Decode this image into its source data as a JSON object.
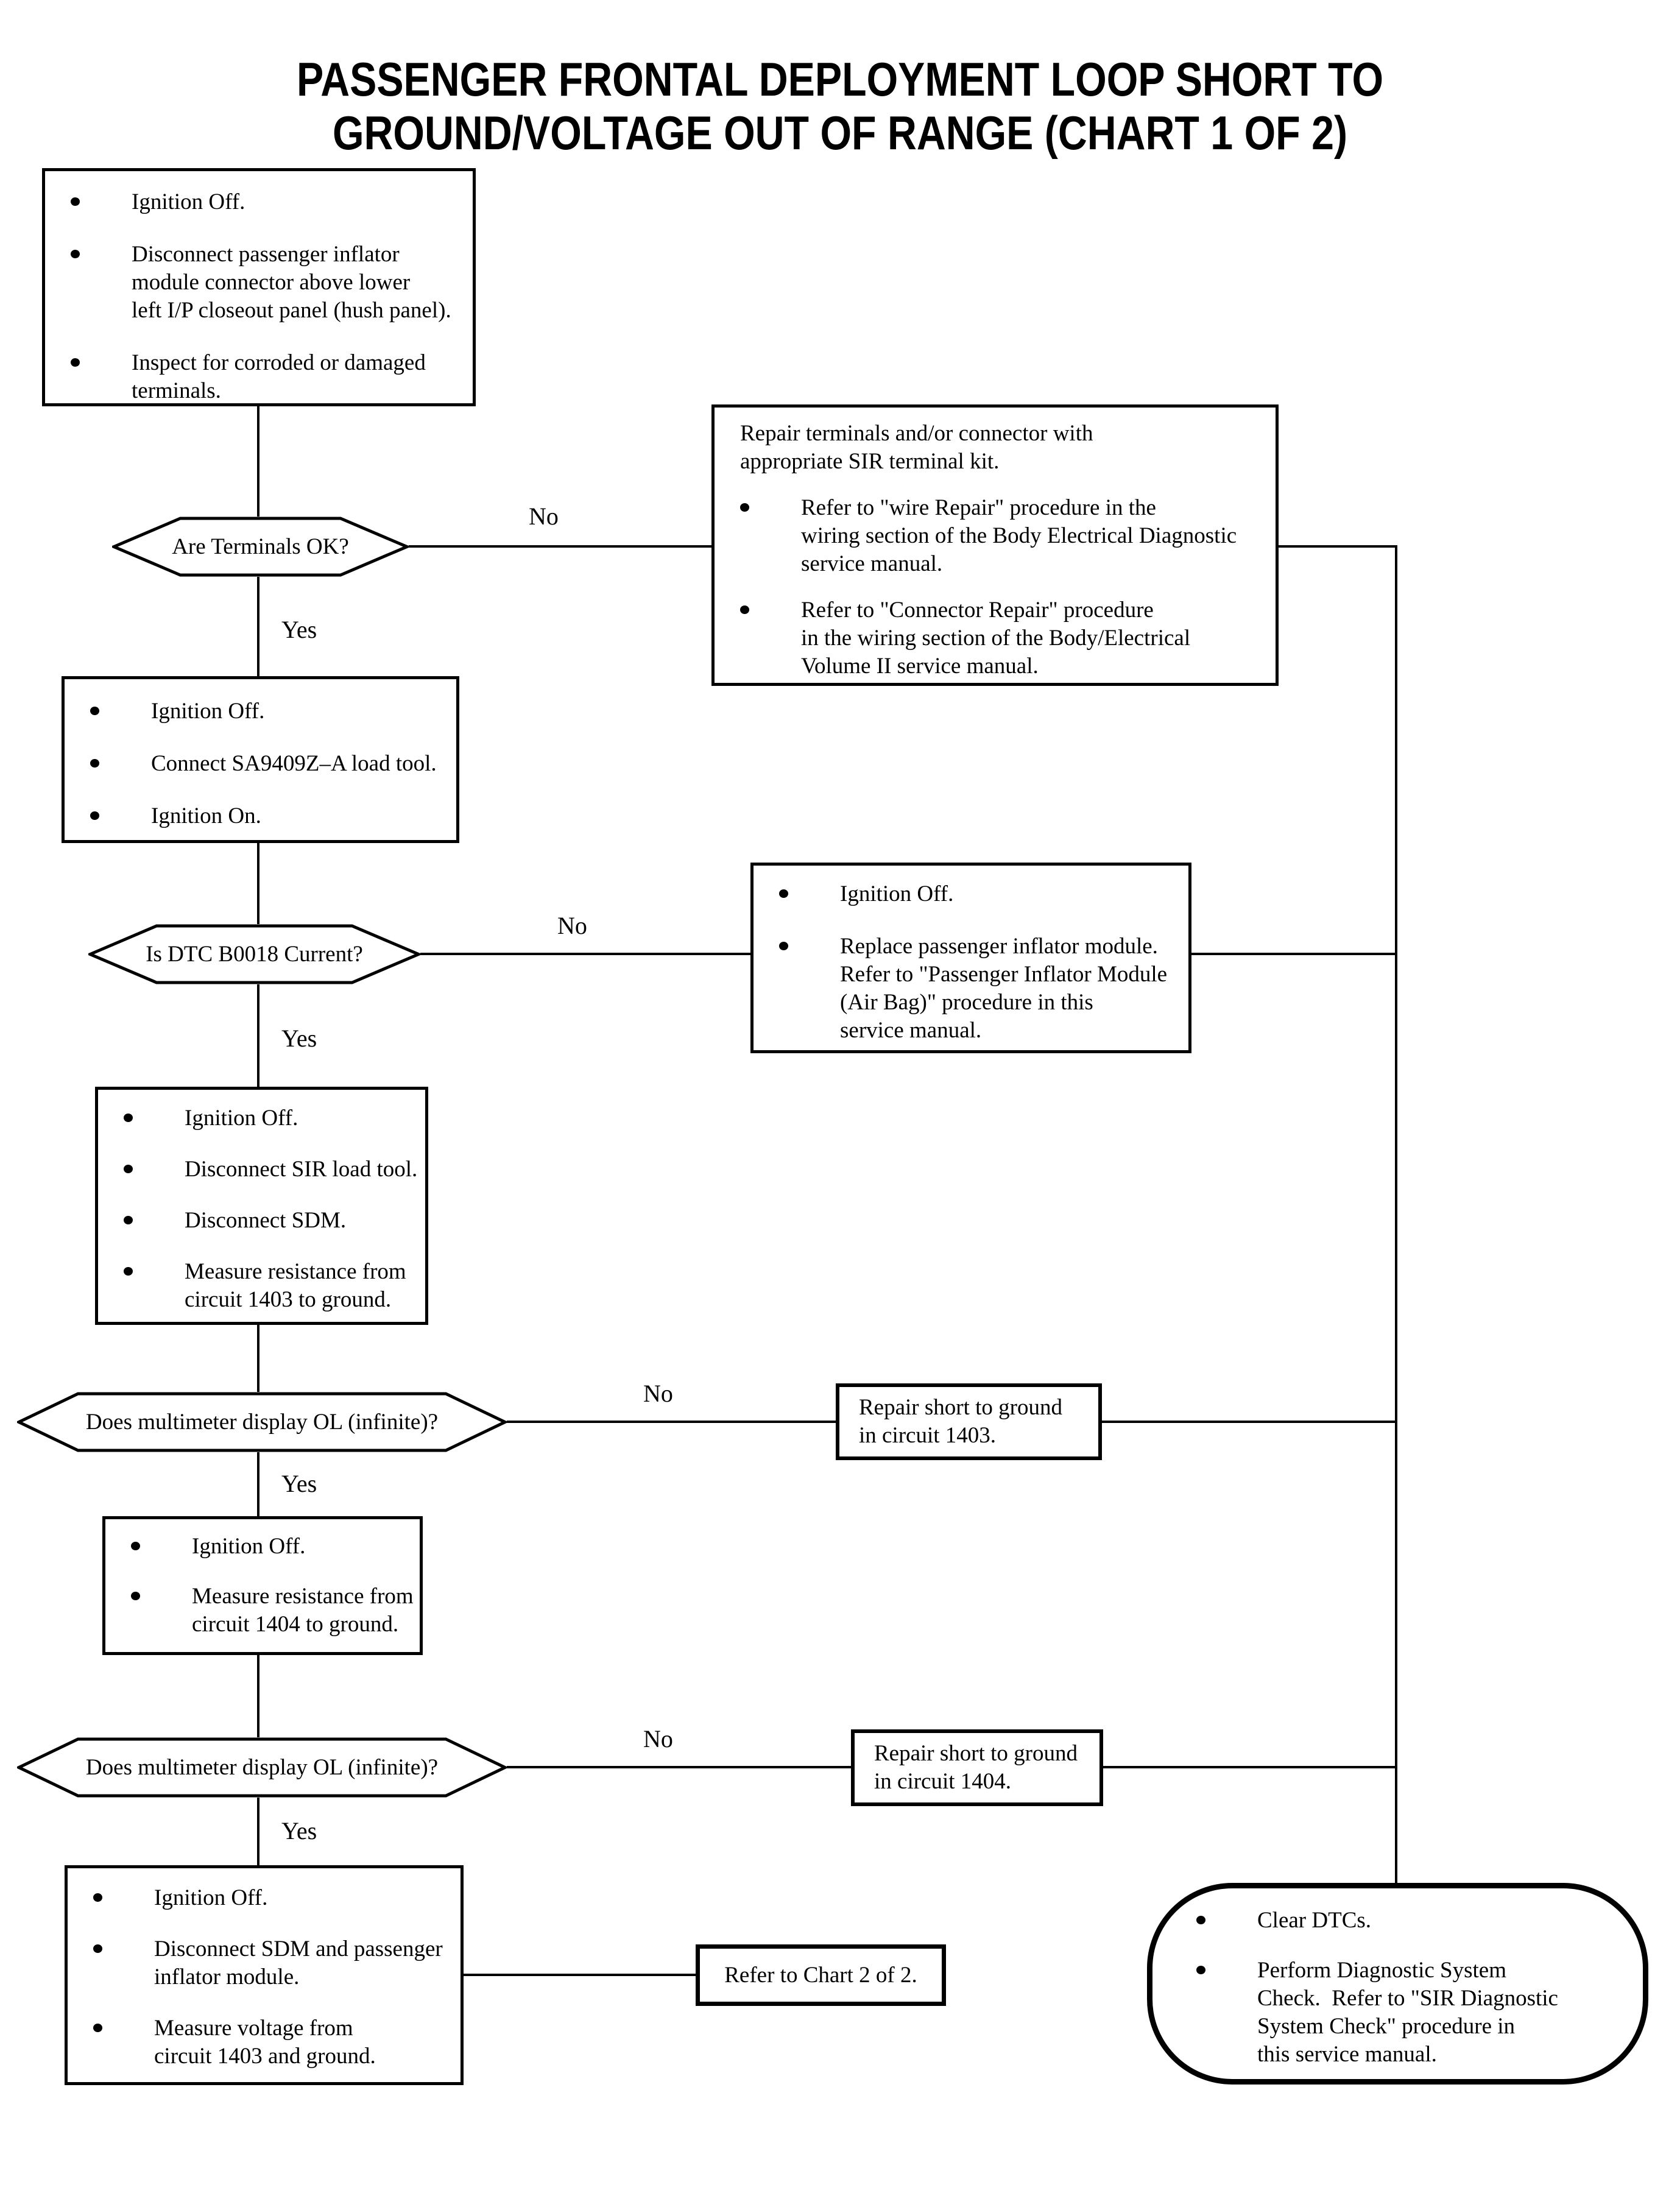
{
  "title": {
    "line1": "PASSENGER FRONTAL DEPLOYMENT LOOP SHORT TO",
    "line2": "GROUND/VOLTAGE OUT OF RANGE (CHART 1 OF 2)"
  },
  "colors": {
    "ink": "#000000",
    "paper": "#ffffff"
  },
  "nodes": {
    "step1": {
      "bullets": [
        "Ignition Off.",
        "Disconnect passenger inflator\nmodule connector above lower\nleft I/P closeout panel (hush panel).",
        "Inspect for corroded or damaged\nterminals."
      ]
    },
    "decision1": {
      "question": "Are Terminals OK?",
      "no": "No",
      "yes": "Yes"
    },
    "repair_terminals": {
      "intro": "Repair terminals and/or connector with\nappropriate SIR terminal kit.",
      "bullets": [
        "Refer to \"wire Repair\" procedure in the\nwiring section of the Body Electrical Diagnostic\nservice manual.",
        "Refer to \"Connector Repair\" procedure\nin the wiring section of the Body/Electrical\nVolume II service manual."
      ]
    },
    "step2": {
      "bullets": [
        "Ignition Off.",
        "Connect SA9409Z–A load tool.",
        "Ignition On."
      ]
    },
    "decision2": {
      "question": "Is DTC B0018 Current?",
      "no": "No",
      "yes": "Yes"
    },
    "replace_module": {
      "bullets": [
        "Ignition Off.",
        "Replace passenger inflator module.\nRefer to \"Passenger Inflator Module\n(Air Bag)\" procedure in this\nservice manual."
      ]
    },
    "step3": {
      "bullets": [
        "Ignition Off.",
        "Disconnect SIR load tool.",
        "Disconnect SDM.",
        "Measure resistance from\ncircuit 1403 to ground."
      ]
    },
    "decision3": {
      "question": "Does multimeter display OL (infinite)?",
      "no": "No",
      "yes": "Yes"
    },
    "repair_1403": {
      "text": "Repair short to ground\nin circuit 1403."
    },
    "step4": {
      "bullets": [
        "Ignition Off.",
        "Measure resistance from\ncircuit 1404 to ground."
      ]
    },
    "decision4": {
      "question": "Does multimeter display OL (infinite)?",
      "no": "No",
      "yes": "Yes"
    },
    "repair_1404": {
      "text": "Repair short to ground\nin circuit 1404."
    },
    "step5": {
      "bullets": [
        "Ignition Off.",
        "Disconnect SDM and passenger\ninflator module.",
        "Measure voltage from\ncircuit 1403 and ground."
      ]
    },
    "refer_chart2": {
      "text": "Refer to Chart 2 of 2."
    },
    "clear_dtcs": {
      "bullets": [
        "Clear DTCs.",
        "Perform Diagnostic System\nCheck.  Refer to \"SIR Diagnostic\nSystem Check\" procedure in\nthis service manual."
      ]
    }
  }
}
